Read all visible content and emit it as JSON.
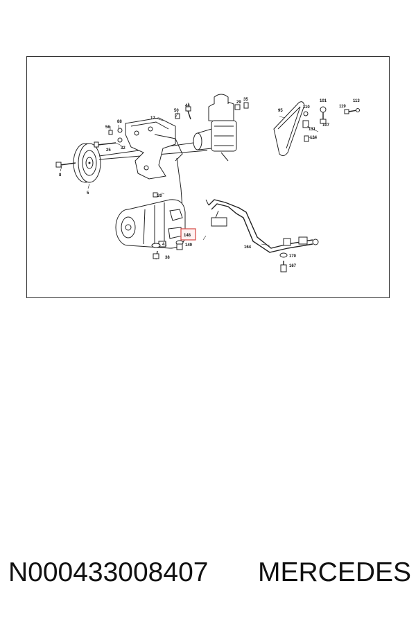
{
  "diagram": {
    "callouts": {
      "c5": "5",
      "c8": "8",
      "c17": "17",
      "c20": "20",
      "c25": "25",
      "c29": "29",
      "c32": "32",
      "c35": "35",
      "c38": "38",
      "c41": "41",
      "c44": "44",
      "c50": "50",
      "c56": "56",
      "c88": "88",
      "c95": "95",
      "c101": "101",
      "c107": "107",
      "c110": "110",
      "c113": "113",
      "c119": "119",
      "c131": "131",
      "c134": "134",
      "c148": "148",
      "c149": "149",
      "c164": "164",
      "c167": "167",
      "c170": "170"
    },
    "highlighted_callout": "148",
    "highlight_color": "#d9534f"
  },
  "footer": {
    "part_number": "N000433008407",
    "brand": "MERCEDES"
  }
}
